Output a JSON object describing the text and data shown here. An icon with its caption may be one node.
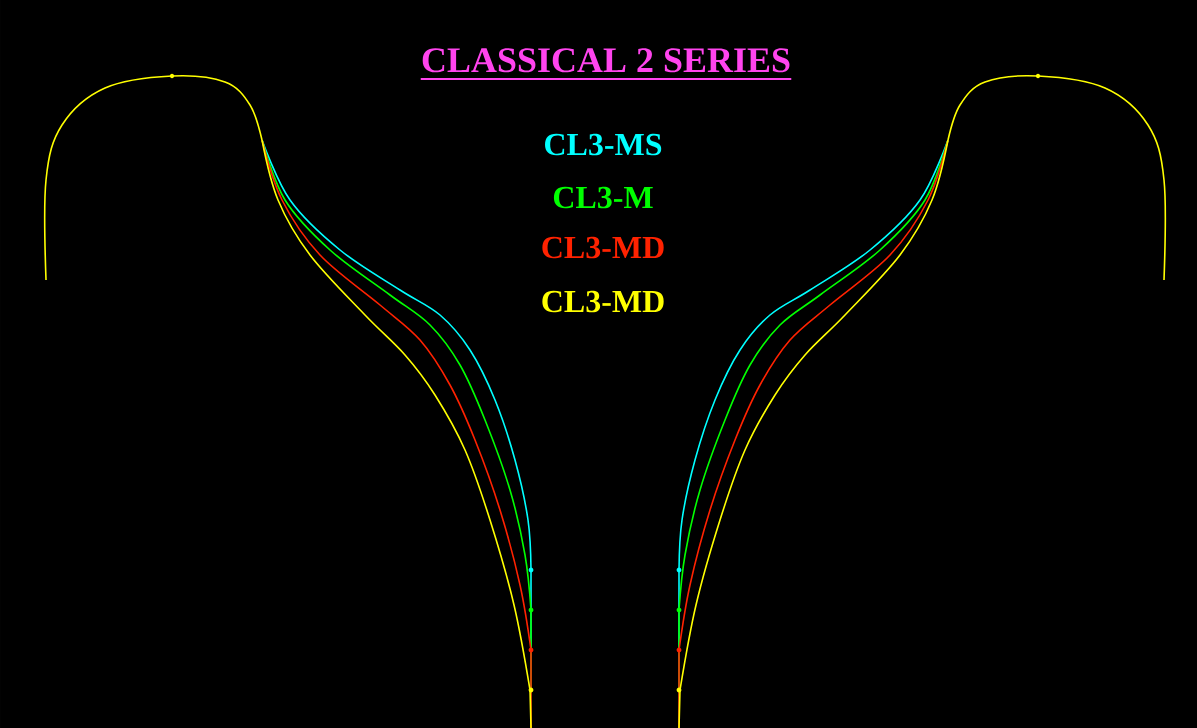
{
  "diagram": {
    "title": "CLASSICAL 2 SERIES",
    "legend": [
      {
        "text": "CL3-MS",
        "color": "#00ffff"
      },
      {
        "text": "CL3-M",
        "color": "#00ff00"
      },
      {
        "text": "CL3-MD",
        "color": "#ff2200"
      },
      {
        "text": "CL3-MD",
        "color": "#ffff00"
      }
    ]
  }
}
